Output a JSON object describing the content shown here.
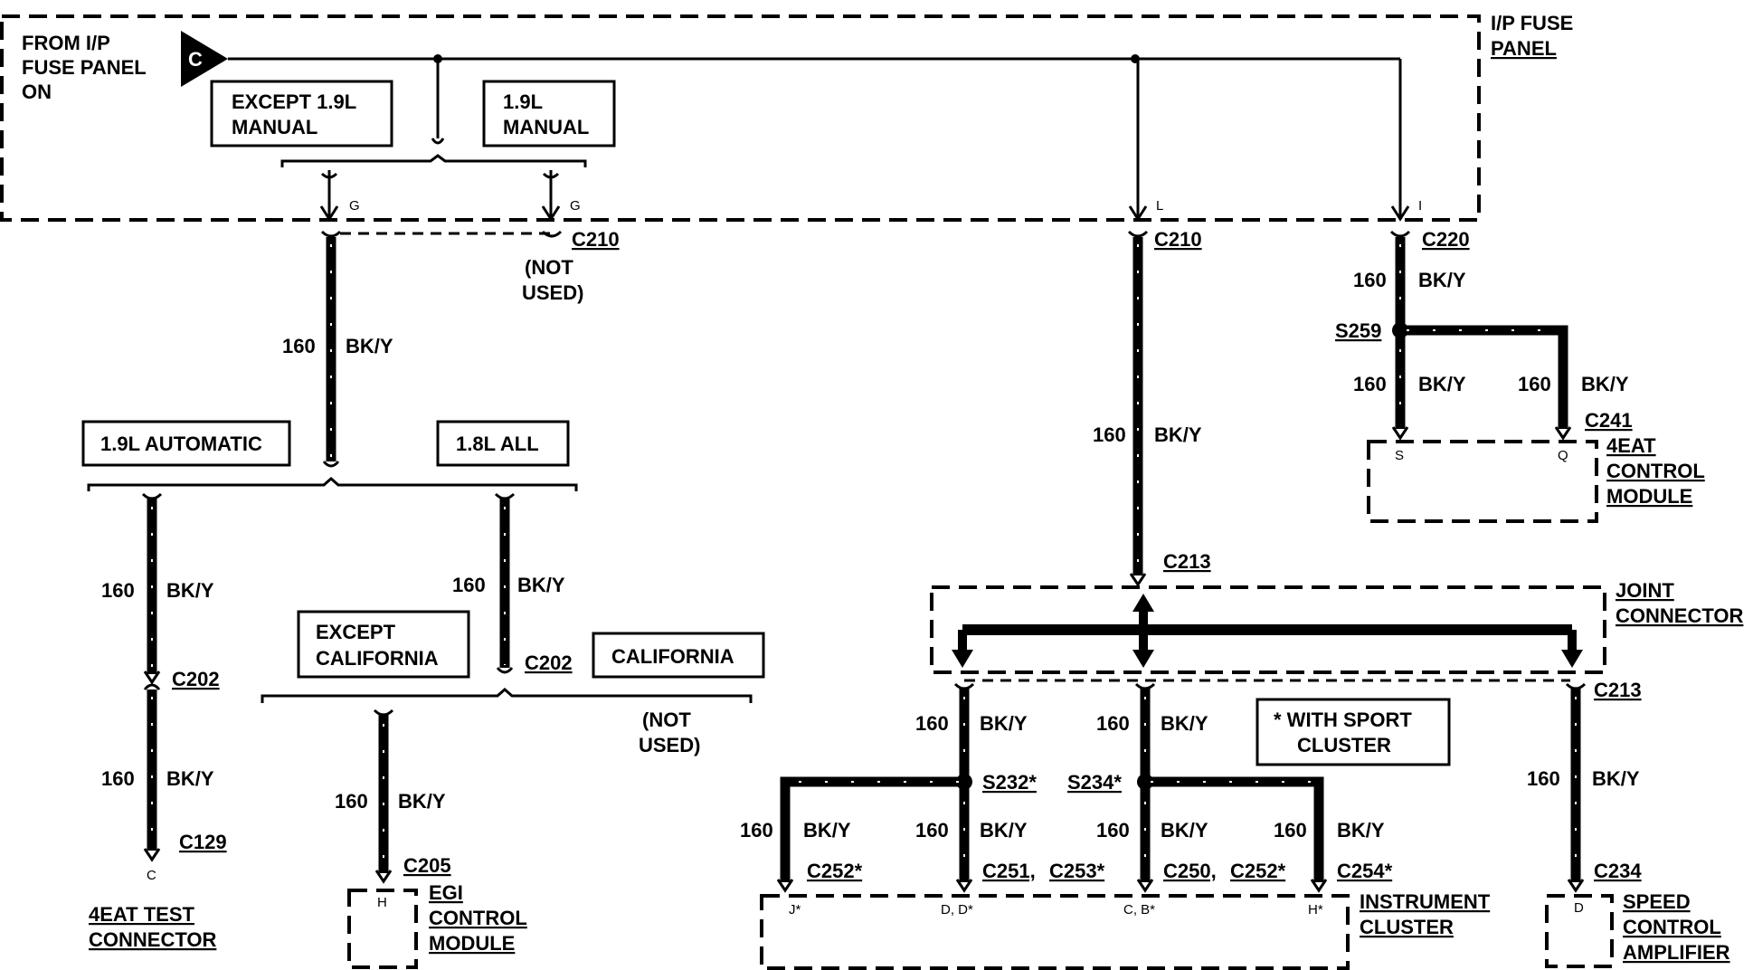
{
  "fuse_panel": {
    "from_label": [
      "FROM I/P",
      "FUSE PANEL",
      "ON"
    ],
    "connector_letter": "C",
    "title": [
      "I/P FUSE",
      "PANEL"
    ],
    "pin_g1": "G",
    "pin_g2": "G",
    "pin_l": "L",
    "pin_i": "I"
  },
  "boxes": {
    "except_19l_manual": [
      "EXCEPT 1.9L",
      "MANUAL"
    ],
    "l19_manual": [
      "1.9L",
      "MANUAL"
    ],
    "l19_automatic": "1.9L AUTOMATIC",
    "l18_all": "1.8L ALL",
    "except_california": [
      "EXCEPT",
      "CALIFORNIA"
    ],
    "california": "CALIFORNIA",
    "sport_note": [
      "* WITH SPORT",
      "CLUSTER"
    ]
  },
  "connectors": {
    "c210_a": "C210",
    "c210_b": "C210",
    "c220": "C220",
    "c202_a": "C202",
    "c202_b": "C202",
    "c129": "C129",
    "c129_pin": "C",
    "c205": "C205",
    "c205_pin": "H",
    "c213_top": "C213",
    "c213_right": "C213",
    "c234": "C234",
    "c234_pin": "D",
    "c241": "C241",
    "c241_pin_s": "S",
    "c241_pin_q": "Q",
    "c252": "C252*",
    "c251": "C251,",
    "c253": "C253*",
    "c250": "C250,",
    "c252b": "C252*",
    "c254": "C254*",
    "cluster_pins": [
      "J*",
      "D, D*",
      "C, B*",
      "H*"
    ]
  },
  "splices": {
    "s259": "S259",
    "s232": "S232*",
    "s234": "S234*"
  },
  "notes": {
    "not_used_1": [
      "(NOT",
      "USED)"
    ],
    "not_used_2": [
      "(NOT",
      "USED)"
    ]
  },
  "wire": {
    "circuit": "160",
    "color": "BK/Y"
  },
  "components": {
    "eat_test_connector": [
      "4EAT TEST",
      "CONNECTOR"
    ],
    "egi_module": [
      "EGI",
      "CONTROL",
      "MODULE"
    ],
    "eat_module": [
      "4EAT",
      "CONTROL",
      "MODULE"
    ],
    "joint_connector": [
      "JOINT",
      "CONNECTOR"
    ],
    "instrument_cluster": [
      "INSTRUMENT",
      "CLUSTER"
    ],
    "speed_control": [
      "SPEED",
      "CONTROL",
      "AMPLIFIER"
    ]
  }
}
